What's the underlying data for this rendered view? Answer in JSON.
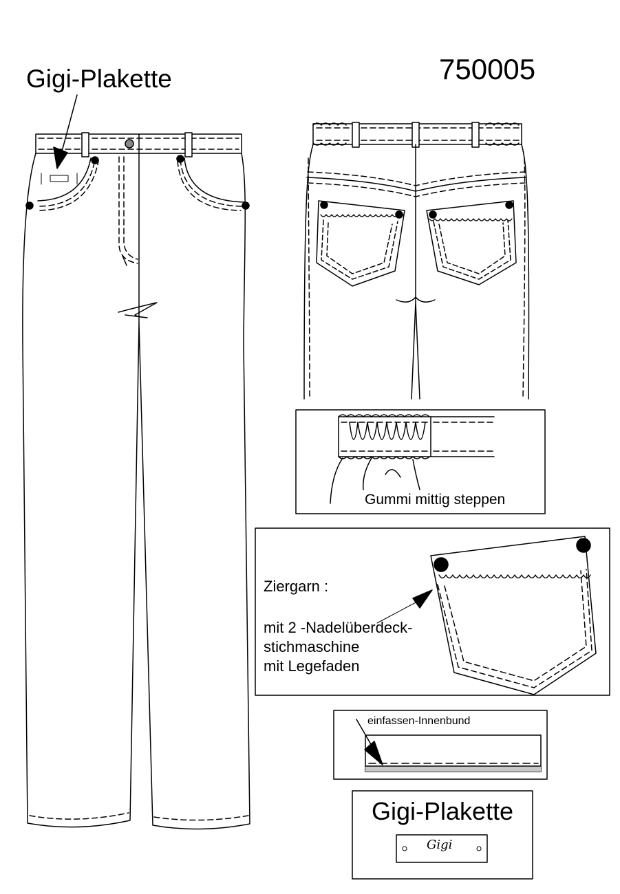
{
  "header": {
    "style_number": "750005",
    "plaque_callout": "Gigi-Plakette"
  },
  "waistband_detail": {
    "note": "Gummi mittig steppen"
  },
  "pocket_detail": {
    "label": "Ziergarn :",
    "lines": [
      "mit 2 -Nadelüberdeck-",
      "stichmaschine",
      "mit Legefaden"
    ]
  },
  "binding_detail": {
    "label": "einfassen-Innenbund"
  },
  "plaque_detail": {
    "title": "Gigi-Plakette",
    "logo": "Gigi"
  },
  "colors": {
    "line": "#000000",
    "button": "#888888",
    "binding_fill": "#c8c8c8"
  }
}
